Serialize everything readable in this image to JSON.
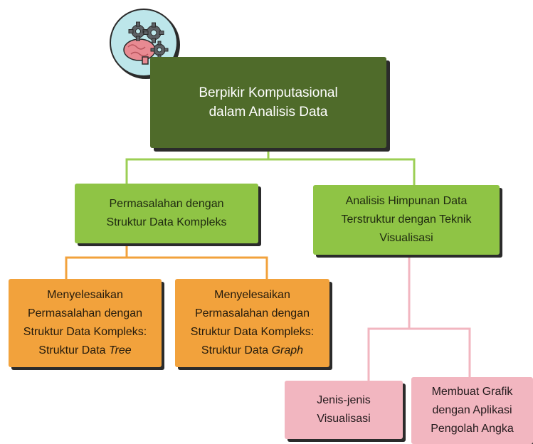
{
  "root": {
    "line1": "Berpikir Komputasional",
    "line2": "dalam Analisis Data"
  },
  "left": {
    "line1": "Permasalahan dengan",
    "line2": "Struktur Data Kompleks"
  },
  "right": {
    "line1": "Analisis Himpunan Data",
    "line2": "Terstruktur dengan Teknik",
    "line3": "Visualisasi"
  },
  "tree": {
    "line1": "Menyelesaikan",
    "line2": "Permasalahan dengan",
    "line3": "Struktur Data Kompleks:",
    "line4_prefix": "Struktur Data ",
    "line4_em": "Tree"
  },
  "graph": {
    "line1": "Menyelesaikan",
    "line2": "Permasalahan dengan",
    "line3": "Struktur Data Kompleks:",
    "line4_prefix": "Struktur Data ",
    "line4_em": "Graph"
  },
  "jenis": {
    "line1": "Jenis-jenis",
    "line2": "Visualisasi"
  },
  "grafik": {
    "line1": "Membuat Grafik",
    "line2": "dengan Aplikasi",
    "line3": "Pengolah Angka"
  },
  "colors": {
    "root": "#4f6b2a",
    "level1": "#8fc445",
    "orange": "#f2a23c",
    "pink": "#f2b6c0",
    "connector_green": "#9ccf55",
    "connector_orange": "#f2a23c",
    "connector_pink": "#f2b6c0"
  },
  "icon": "brain-gears-icon"
}
